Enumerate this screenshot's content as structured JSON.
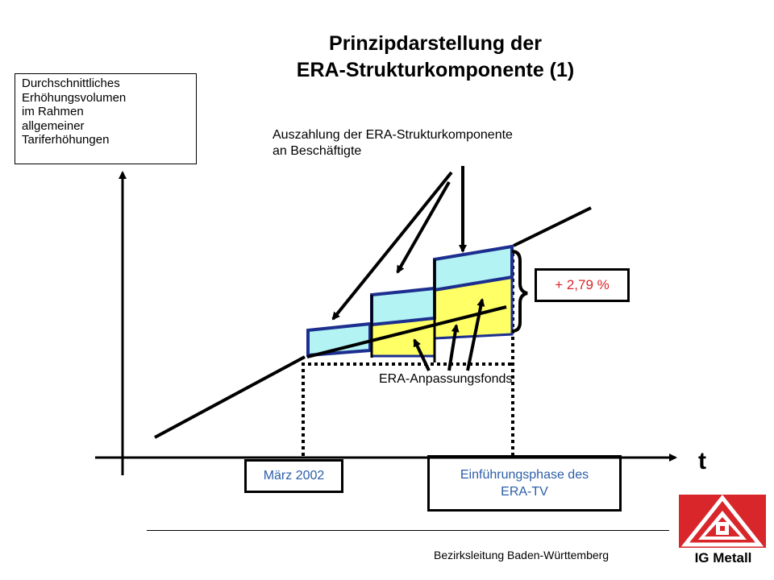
{
  "title": {
    "line1": "Prinzipdarstellung der",
    "line2": "ERA-Strukturkomponente (1)"
  },
  "y_axis_label": {
    "lines": [
      "Durchschnittliches",
      "Erhöhungsvolumen",
      "im Rahmen",
      "allgemeiner",
      "Tariferhöhungen"
    ]
  },
  "x_axis_label": "t",
  "payout_label": {
    "line1": "Auszahlung der ERA-Strukturkomponente",
    "line2": "an Beschäftigte"
  },
  "increase_label": "+ 2,79 %",
  "fonds_label": "ERA-Anpassungsfonds",
  "start_label": "März 2002",
  "phase_label": {
    "line1": "Einführungsphase des",
    "line2": "ERA-TV"
  },
  "footer": "Bezirksleitung Baden-Württemberg",
  "logo": {
    "text": "IG Metall",
    "icon": "ig-metall-logo-icon"
  },
  "colors": {
    "fonds_fill": "#ffff66",
    "payout_fill": "#b3f3f3",
    "block_border": "#1c2f8f",
    "percent_text": "#d8262b",
    "box_text": "#2b5ea8",
    "logo_red": "#d8262b"
  }
}
